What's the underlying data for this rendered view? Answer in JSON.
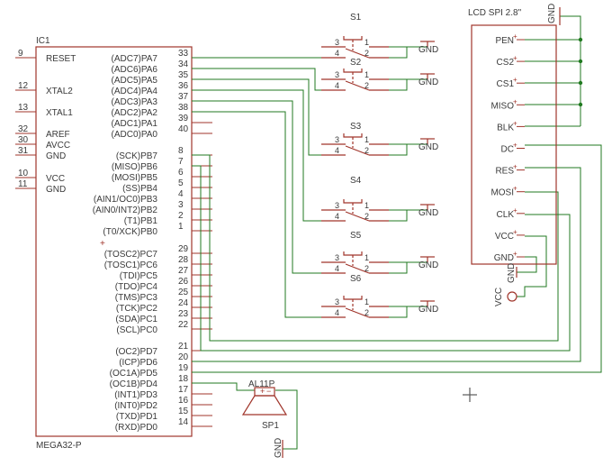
{
  "ic": {
    "name": "IC1",
    "part": "MEGA32-P",
    "left_pins": [
      {
        "num": "9",
        "name": "RESET"
      },
      {
        "num": "12",
        "name": "XTAL2"
      },
      {
        "num": "13",
        "name": "XTAL1"
      },
      {
        "num": "32",
        "name": "AREF"
      },
      {
        "num": "30",
        "name": "AVCC"
      },
      {
        "num": "31",
        "name": "GND"
      },
      {
        "num": "10",
        "name": "VCC"
      },
      {
        "num": "11",
        "name": "GND"
      }
    ],
    "right_pins": [
      {
        "num": "33",
        "name": "(ADC7)PA7"
      },
      {
        "num": "34",
        "name": "(ADC6)PA6"
      },
      {
        "num": "35",
        "name": "(ADC5)PA5"
      },
      {
        "num": "36",
        "name": "(ADC4)PA4"
      },
      {
        "num": "37",
        "name": "(ADC3)PA3"
      },
      {
        "num": "38",
        "name": "(ADC2)PA2"
      },
      {
        "num": "39",
        "name": "(ADC1)PA1"
      },
      {
        "num": "40",
        "name": "(ADC0)PA0"
      },
      {
        "num": "8",
        "name": "(SCK)PB7"
      },
      {
        "num": "7",
        "name": "(MISO)PB6"
      },
      {
        "num": "6",
        "name": "(MOSI)PB5"
      },
      {
        "num": "5",
        "name": "(SS)PB4"
      },
      {
        "num": "4",
        "name": "(AIN1/OC0)PB3"
      },
      {
        "num": "3",
        "name": "(AIN0/INT2)PB2"
      },
      {
        "num": "2",
        "name": "(T1)PB1"
      },
      {
        "num": "1",
        "name": "(T0/XCK)PB0"
      },
      {
        "num": "29",
        "name": "(TOSC2)PC7"
      },
      {
        "num": "28",
        "name": "(TOSC1)PC6"
      },
      {
        "num": "27",
        "name": "(TDI)PC5"
      },
      {
        "num": "26",
        "name": "(TDO)PC4"
      },
      {
        "num": "25",
        "name": "(TMS)PC3"
      },
      {
        "num": "24",
        "name": "(TCK)PC2"
      },
      {
        "num": "23",
        "name": "(SDA)PC1"
      },
      {
        "num": "22",
        "name": "(SCL)PC0"
      },
      {
        "num": "21",
        "name": "(OC2)PD7"
      },
      {
        "num": "20",
        "name": "(ICP)PD6"
      },
      {
        "num": "19",
        "name": "(OC1A)PD5"
      },
      {
        "num": "18",
        "name": "(OC1B)PD4"
      },
      {
        "num": "17",
        "name": "(INT1)PD3"
      },
      {
        "num": "16",
        "name": "(INT0)PD2"
      },
      {
        "num": "15",
        "name": "(TXD)PD1"
      },
      {
        "num": "14",
        "name": "(RXD)PD0"
      }
    ]
  },
  "switches": [
    {
      "name": "S1",
      "pins": [
        "3",
        "4",
        "1",
        "2"
      ]
    },
    {
      "name": "S2",
      "pins": [
        "3",
        "4",
        "1",
        "2"
      ]
    },
    {
      "name": "S3",
      "pins": [
        "3",
        "4",
        "1",
        "2"
      ]
    },
    {
      "name": "S4",
      "pins": [
        "3",
        "4",
        "1",
        "2"
      ]
    },
    {
      "name": "S5",
      "pins": [
        "3",
        "4",
        "1",
        "2"
      ]
    },
    {
      "name": "S6",
      "pins": [
        "3",
        "4",
        "1",
        "2"
      ]
    }
  ],
  "gnd_label": "GND",
  "vcc_label": "VCC",
  "lcd": {
    "title": "LCD SPI 2.8\"",
    "pins": [
      "PEN",
      "CS2",
      "CS1",
      "MISO",
      "BLK",
      "DC",
      "RES",
      "MOSI",
      "CLK",
      "VCC",
      "GND"
    ]
  },
  "speaker": {
    "part": "AL11P",
    "name": "SP1"
  },
  "colors": {
    "part": "#a0352b",
    "wire": "#207a20",
    "text": "#3a3a3a"
  }
}
